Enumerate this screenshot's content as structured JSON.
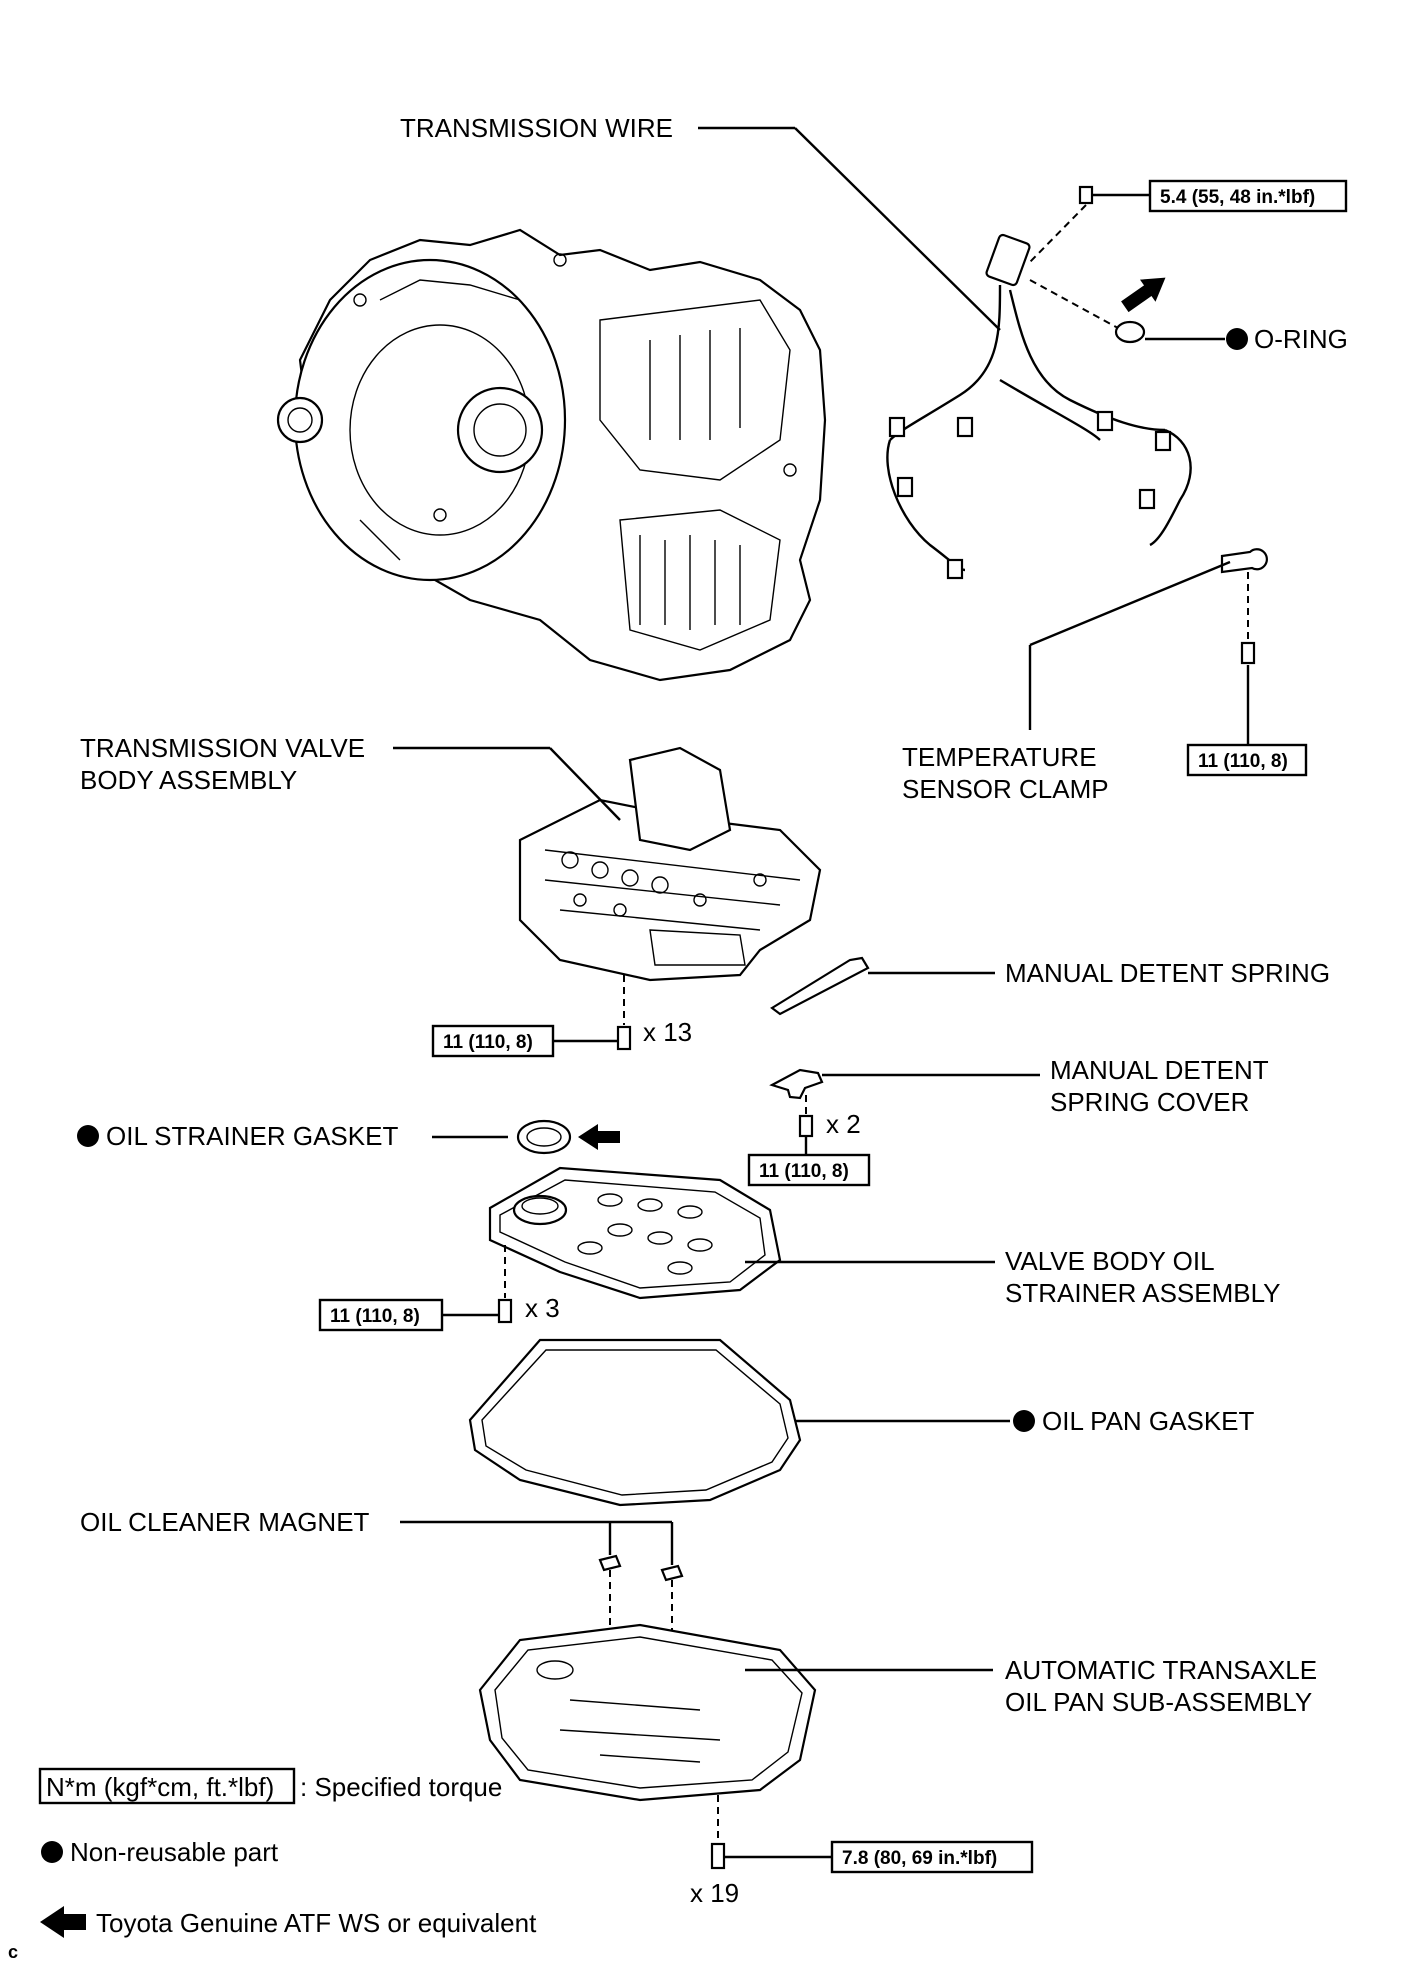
{
  "labels": {
    "transmission_wire": "TRANSMISSION WIRE",
    "o_ring": "O-RING",
    "temp_clamp_1": "TEMPERATURE",
    "temp_clamp_2": "SENSOR CLAMP",
    "valve_body_1": "TRANSMISSION VALVE",
    "valve_body_2": "BODY ASSEMBLY",
    "manual_detent_spring": "MANUAL DETENT SPRING",
    "detent_cover_1": "MANUAL DETENT",
    "detent_cover_2": "SPRING COVER",
    "oil_strainer_gasket": "OIL STRAINER GASKET",
    "strainer_1": "VALVE BODY OIL",
    "strainer_2": "STRAINER ASSEMBLY",
    "oil_pan_gasket": "OIL PAN GASKET",
    "oil_cleaner_magnet": "OIL CLEANER MAGNET",
    "oil_pan_1": "AUTOMATIC TRANSAXLE",
    "oil_pan_2": "OIL PAN SUB-ASSEMBLY"
  },
  "torques": {
    "wire_bolt": "5.4 (55, 48 in.*lbf)",
    "clamp_bolt": "11 (110, 8)",
    "valve_body_bolt": "11 (110, 8)",
    "cover_bolt": "11 (110, 8)",
    "strainer_bolt": "11 (110, 8)",
    "pan_bolt": "7.8 (80, 69 in.*lbf)"
  },
  "quantities": {
    "valve_body_bolt": "x 13",
    "cover_bolt": "x 2",
    "strainer_bolt": "x 3",
    "pan_bolt": "x 19"
  },
  "legend": {
    "torque_box": "N*m (kgf*cm, ft.*lbf)",
    "torque_text": ": Specified torque",
    "non_reusable": "Non-reusable part",
    "atf": "Toyota Genuine ATF WS or equivalent"
  },
  "corner_mark": "c"
}
